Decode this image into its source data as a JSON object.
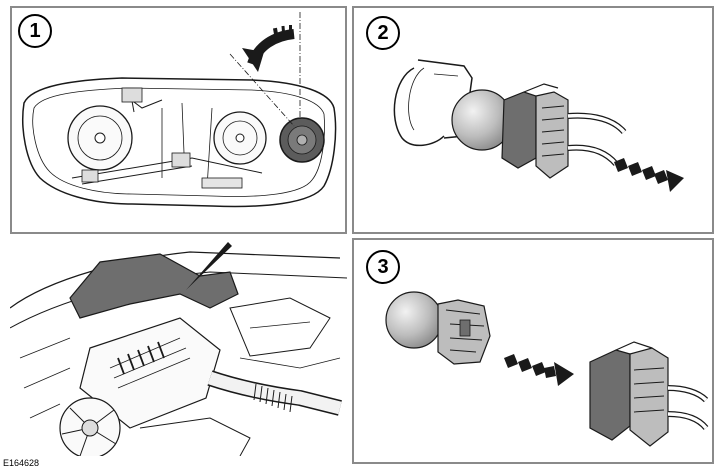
{
  "steps": {
    "one": "1",
    "two": "2",
    "three": "3"
  },
  "figure": {
    "reference": "E164628"
  },
  "colors": {
    "outline": "#1a1a1a",
    "panel_border": "#8a8a8a",
    "bulb_light": "#f2f2f2",
    "bulb_dark": "#8c8c8c",
    "cover": "#5c5c5c",
    "connector": "#6e6e6e"
  },
  "icons": {
    "rotate_arrow": "curved-arrow-counterclockwise",
    "pull_arrow": "dashed-arrow-right"
  }
}
